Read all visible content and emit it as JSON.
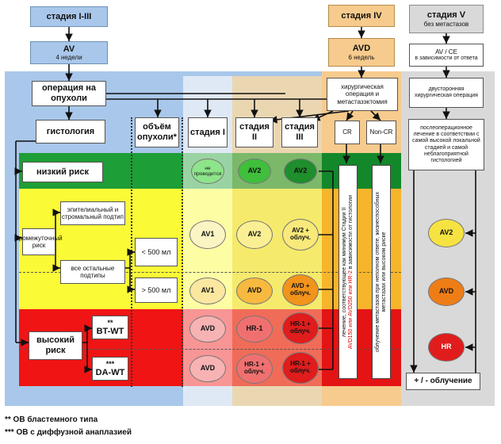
{
  "stage_i_iii": {
    "title": "стадия I-III",
    "chemo": "AV",
    "chemo_duration": "4 недели",
    "surgery": "операция на опухоли",
    "histology": "гистология",
    "volume": "объём опухоли*"
  },
  "stage_iv": {
    "title": "стадия IV",
    "chemo": "AVD",
    "chemo_duration": "6 недель",
    "surgery": "хирургическая операция и метастазэктомия",
    "cr": "CR",
    "non_cr": "Non-CR"
  },
  "stage_v": {
    "title": "стадия V",
    "subtitle": "без метастазов",
    "chemo": "AV / CE",
    "chemo_note": "в зависимости от ответа",
    "surgery": "двусторонняя хирургическая операция",
    "postop": "послеоперационное лечение в соответствии с самой высокой локальной стадией и самой неблагоприятной гистологией",
    "radiation": "+ / - облучение"
  },
  "column_headers": {
    "stage1": "стадия I",
    "stage2": "стадия II",
    "stage3": "стадия III"
  },
  "risk": {
    "low": "низкий риск",
    "intermediate": "промежуточный риск",
    "epithelial": "эпителиальный и стромальный подтип",
    "other_subtypes": "все остальные подтипы",
    "lt500": "< 500 мл",
    "gt500": "> 500 мл",
    "high": "высокий риск",
    "bt_wt_mark": "**",
    "bt_wt": "BT-WT",
    "da_wt_mark": "***",
    "da_wt": "DA-WT"
  },
  "treatment": {
    "low_1": "не проводится",
    "low_2": "AV2",
    "low_3": "AV2",
    "int1_1": "AV1",
    "int1_2": "AV2",
    "int1_3": "AV2 + облуч.",
    "int2_1": "AV1",
    "int2_2": "AVD",
    "int2_3": "AVD + облуч.",
    "bt_1": "AVD",
    "bt_2": "HR-1",
    "bt_3": "HR-1 + облуч.",
    "da_1": "AVD",
    "da_2": "HR-1 + облуч.",
    "da_3": "HR-1 + облуч."
  },
  "stage_iv_vertical": {
    "cr_line1": "лечение, соответствующее как минимум Стадии II",
    "cr_line2a": "AVD150 или AVD250 или HR-2",
    "cr_line2b": " в зависимости от гистологии",
    "noncr_line1": "облучение метастазов при неполном ответе, жизнеспособных",
    "noncr_line2": "метастазах или высоком риске"
  },
  "stage_v_treatment": {
    "av2": "AV2",
    "avd": "AVD",
    "hr": "HR"
  },
  "footnotes": {
    "f1": "** ОВ бластемного типа",
    "f2": "*** ОВ с диффузной анаплазией"
  },
  "colors": {
    "blue": "#a9c7ea",
    "orange": "#f7cb8d",
    "grey": "#d9d9d9",
    "green": "#1e9e36",
    "yellow": "#fafa37",
    "red": "#f01414"
  }
}
